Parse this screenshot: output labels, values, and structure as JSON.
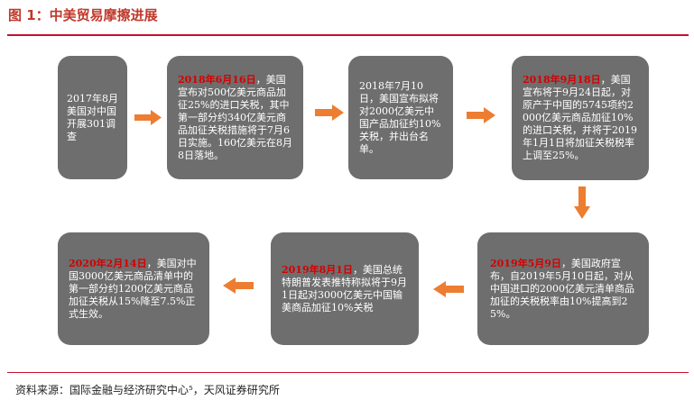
{
  "header": {
    "title": "图 1：中美贸易摩擦进展"
  },
  "footer": {
    "source": "资料来源：国际金融与经济研究中心⁵，天风证券研究所"
  },
  "colors": {
    "box_bg": "#6e6e6e",
    "arrow": "#ed7d31",
    "date_highlight": "#d40000",
    "rule": "#c8102e"
  },
  "events": [
    {
      "date": "",
      "text": "2017年8月美国对中国开展301调查"
    },
    {
      "date": "2018年6月16日",
      "text": "，美国宣布对500亿美元商品加征25%的进口关税，其中第一部分约340亿美元商品加征关税措施将于7月6日实施。160亿美元在8月8日落地。"
    },
    {
      "date": "",
      "text": "2018年7月10日，美国宣布拟将对2000亿美元中国产品加征约10%关税，并出台名单。"
    },
    {
      "date": "2018年9月18日",
      "text": "，美国宣布将于9月24日起，对原产于中国的5745项约2000亿美元商品加征10%的进口关税，并将于2019年1月1日将加征关税税率上调至25%。"
    },
    {
      "date": "2019年5月9日",
      "text": "，美国政府宣布，自2019年5月10日起，对从中国进口的2000亿美元清单商品加征的关税税率由10%提高到25%。"
    },
    {
      "date": "2019年8月1日",
      "text": "，美国总统特朗普发表推特称拟将于9月1日起对3000亿美元中国输美商品加征10%关税"
    },
    {
      "date": "2020年2月14日",
      "text": "，美国对中国3000亿美元商品清单中的第一部分约1200亿美元商品加征关税从15%降至7.5%正式生效。"
    }
  ]
}
